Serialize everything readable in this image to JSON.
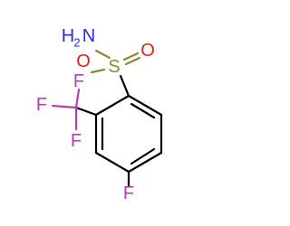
{
  "molecule": {
    "atoms": {
      "nitrogen": {
        "symbol": "N",
        "hydrogen": "H",
        "hydrogen_count": "2",
        "color": "#2c2cdc"
      },
      "sulfur": {
        "symbol": "S",
        "color": "#8a8a2e"
      },
      "oxygen_right": {
        "symbol": "O",
        "color": "#dc1e1e"
      },
      "oxygen_left": {
        "symbol": "O",
        "color": "#dc1e1e"
      },
      "fluorine_top": {
        "symbol": "F",
        "color": "#b440b4"
      },
      "fluorine_left": {
        "symbol": "F",
        "color": "#b440b4"
      },
      "fluorine_bottom": {
        "symbol": "F",
        "color": "#b440b4"
      },
      "fluorine_ring": {
        "symbol": "F",
        "color": "#b440b4"
      }
    },
    "bond_color": "#000000"
  }
}
